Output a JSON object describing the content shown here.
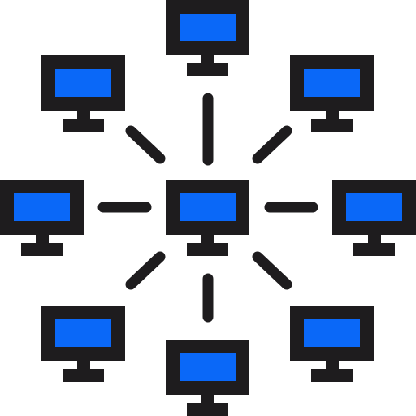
{
  "colors": {
    "outline": "#1e1c1e",
    "screen": "#0a68f8",
    "background": "#ffffff"
  },
  "icon": {
    "name": "computer-network-icon",
    "hub": "center-monitor",
    "nodes": [
      "monitor-top",
      "monitor-top-right",
      "monitor-right",
      "monitor-bottom-right",
      "monitor-bottom",
      "monitor-bottom-left",
      "monitor-left",
      "monitor-top-left"
    ]
  }
}
